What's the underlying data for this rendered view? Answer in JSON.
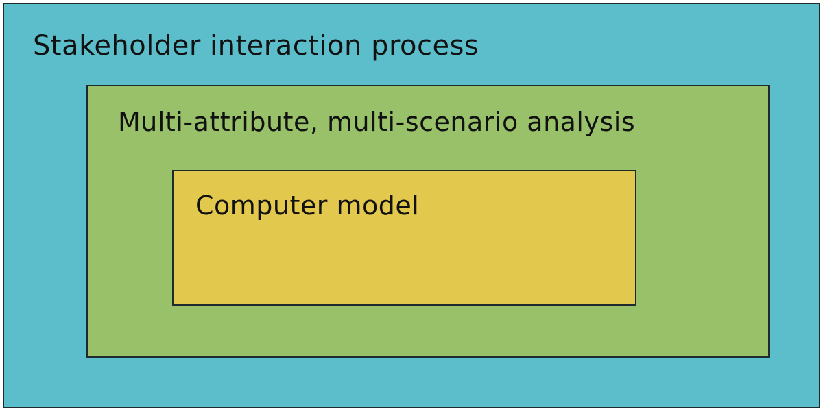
{
  "diagram": {
    "type": "nested-boxes",
    "levels": [
      {
        "id": "outer",
        "label": "Stakeholder interaction process",
        "fill": "#5cbecb",
        "border": "#1f2a2e"
      },
      {
        "id": "middle",
        "label": "Multi-attribute, multi-scenario analysis",
        "fill": "#98c169",
        "border": "#2a3328"
      },
      {
        "id": "inner",
        "label": "Computer model",
        "fill": "#e2c84d",
        "border": "#3a3a24"
      }
    ],
    "text_color": "#111111"
  }
}
